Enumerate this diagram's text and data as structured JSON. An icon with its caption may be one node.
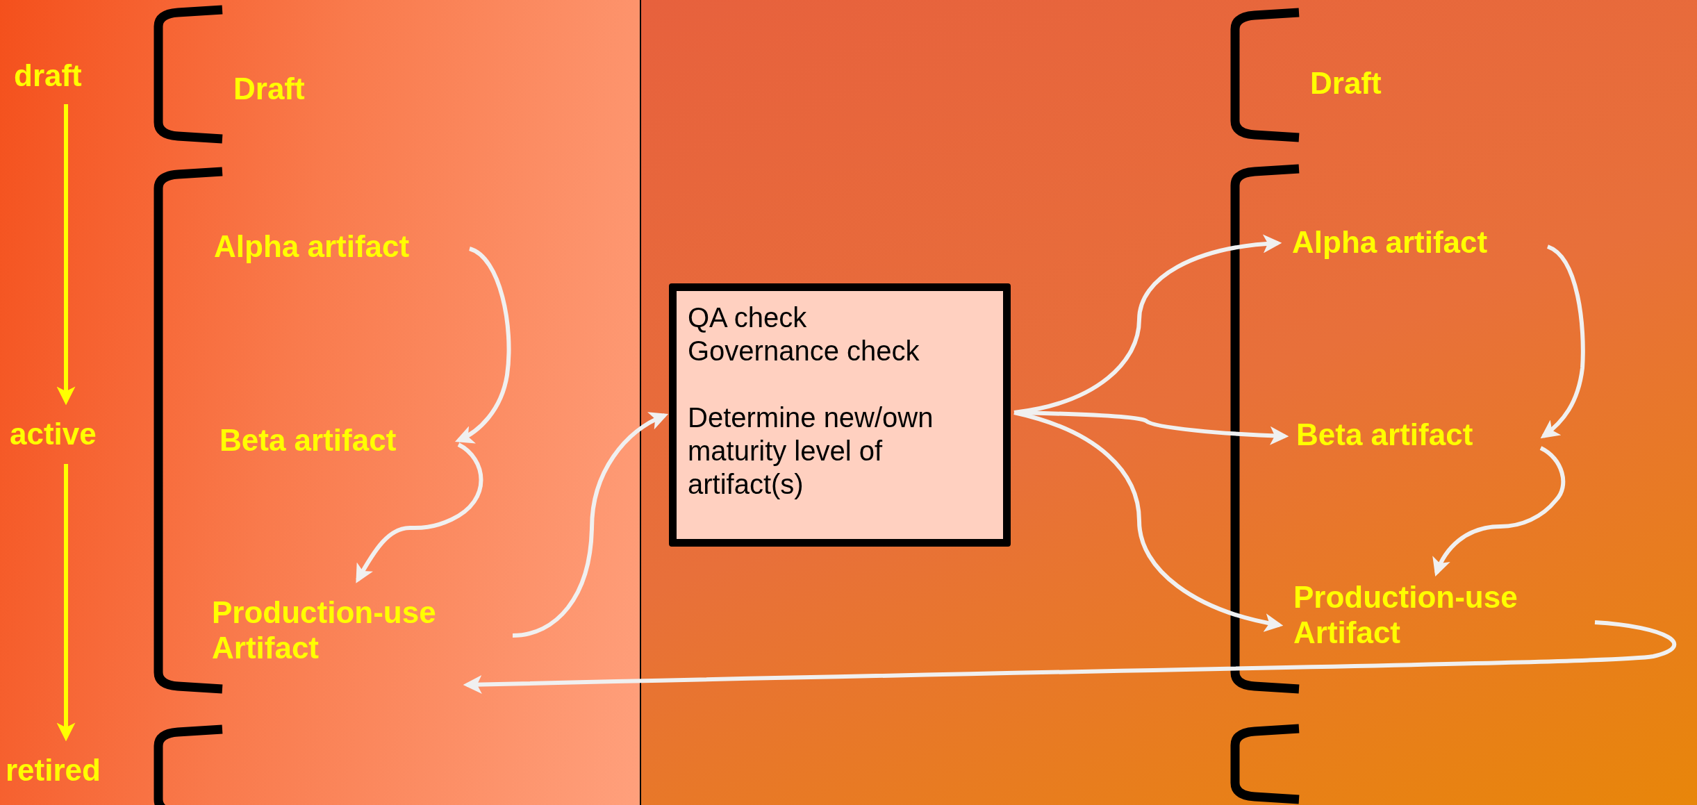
{
  "diagram": {
    "nodes": [
      {
        "text": [
          "draft"
        ]
      },
      {
        "text": [
          "active"
        ]
      },
      {
        "text": [
          "retired"
        ]
      },
      {
        "text": [
          "Draft"
        ]
      },
      {
        "text": [
          "Alpha artifact"
        ]
      },
      {
        "text": [
          "Beta artifact"
        ]
      },
      {
        "text": [
          "Production-use Artifact"
        ]
      },
      {
        "text": [
          "QA check",
          "Governance check",
          "Determine new/own maturity level of artifact(s)"
        ]
      },
      {
        "text": [
          "Draft"
        ]
      },
      {
        "text": [
          "Alpha artifact"
        ]
      },
      {
        "text": [
          "Beta artifact"
        ]
      },
      {
        "text": [
          "Production-use Artifact"
        ]
      }
    ],
    "edges": [
      {
        "from": 0,
        "to": 1,
        "arrow": "to",
        "color": "#ffff00"
      },
      {
        "from": 1,
        "to": 2,
        "arrow": "to",
        "color": "#ffff00"
      },
      {
        "from": 4,
        "to": 5,
        "arrow": "to"
      },
      {
        "from": 5,
        "to": 6,
        "arrow": "to"
      },
      {
        "from": 6,
        "to": 7,
        "arrow": "to"
      },
      {
        "from": 7,
        "to": 9,
        "arrow": "to"
      },
      {
        "from": 7,
        "to": 10,
        "arrow": "to"
      },
      {
        "from": 7,
        "to": 11,
        "arrow": "to"
      },
      {
        "from": 9,
        "to": 10,
        "arrow": "to"
      },
      {
        "from": 10,
        "to": 11,
        "arrow": "to"
      },
      {
        "from": 11,
        "to": 6,
        "arrow": "to"
      }
    ]
  }
}
